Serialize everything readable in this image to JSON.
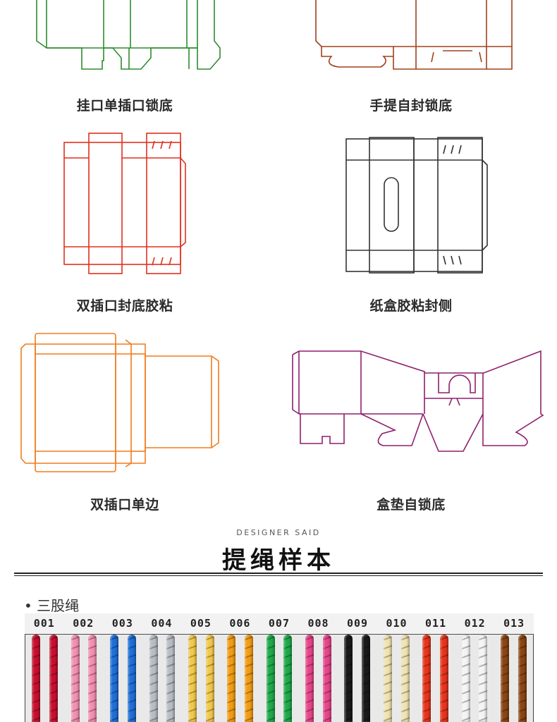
{
  "box_types": [
    {
      "label": "挂口单插口锁底",
      "color": "#2e8b2e"
    },
    {
      "label": "手提自封锁底",
      "color": "#a0401c"
    },
    {
      "label": "双插口封底胶粘",
      "color": "#e0301e"
    },
    {
      "label": "纸盒胶粘封侧",
      "color": "#333333"
    },
    {
      "label": "双插口单边",
      "color": "#ef7d1e"
    },
    {
      "label": "盒垫自锁底",
      "color": "#8e1f6e"
    }
  ],
  "designer_said": "DESIGNER SAID",
  "section_title": "提绳样本",
  "subsection": "• 三股绳",
  "rope_samples": [
    {
      "code": "001",
      "color": "#c8102e"
    },
    {
      "code": "002",
      "color": "#f48fb1"
    },
    {
      "code": "003",
      "color": "#1e6fd9"
    },
    {
      "code": "004",
      "color": "#b8bcc4"
    },
    {
      "code": "005",
      "color": "#f2c94c"
    },
    {
      "code": "006",
      "color": "#f39c12"
    },
    {
      "code": "007",
      "color": "#1faa4a"
    },
    {
      "code": "008",
      "color": "#e8458b"
    },
    {
      "code": "009",
      "color": "#1a1a1a"
    },
    {
      "code": "010",
      "color": "#efe3b0"
    },
    {
      "code": "011",
      "color": "#e8341c"
    },
    {
      "code": "012",
      "color": "#f4f4f4"
    },
    {
      "code": "013",
      "color": "#8b4513"
    }
  ]
}
